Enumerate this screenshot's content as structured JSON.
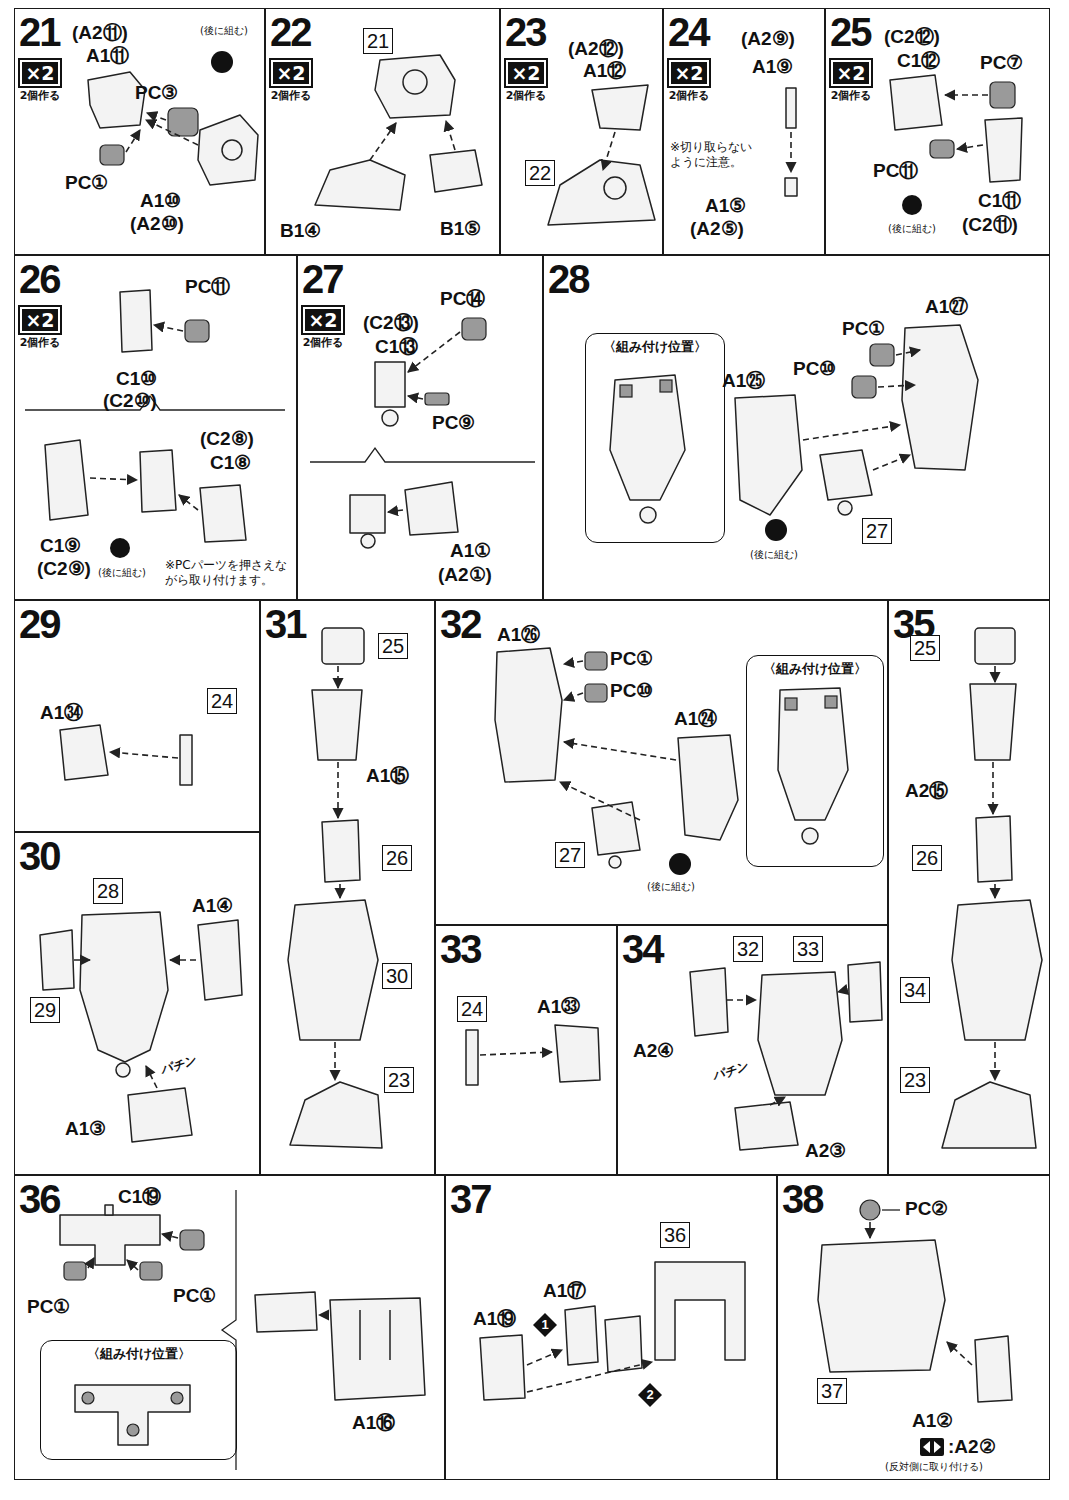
{
  "diagram": {
    "nodes": [
      {
        "text": [
          "21"
        ]
      },
      {
        "text": [
          "×2",
          "2個作る"
        ],
        "in": 0
      },
      {
        "text": [
          "22"
        ]
      },
      {
        "text": [
          "×2",
          "2個作る"
        ],
        "in": 2
      },
      {
        "text": [
          "21"
        ],
        "in": 2
      },
      {
        "text": [
          "23"
        ]
      },
      {
        "text": [
          "×2",
          "2個作る"
        ],
        "in": 5
      },
      {
        "text": [
          "22"
        ],
        "in": 5
      },
      {
        "text": [
          "24"
        ]
      },
      {
        "text": [
          "×2",
          "2個作る"
        ],
        "in": 8
      },
      {
        "text": [
          "25"
        ]
      },
      {
        "text": [
          "×2",
          "2個作る"
        ],
        "in": 10
      },
      {
        "text": [
          "26"
        ]
      },
      {
        "text": [
          "×2",
          "2個作る"
        ],
        "in": 12
      },
      {
        "text": [
          "27"
        ]
      },
      {
        "text": [
          "×2",
          "2個作る"
        ],
        "in": 14
      },
      {
        "text": [
          "28"
        ]
      },
      {
        "text": [
          "〈組み付け位置〉"
        ],
        "in": 16
      },
      {
        "text": [
          "27"
        ],
        "in": 16
      },
      {
        "text": [
          "29"
        ]
      },
      {
        "text": [
          "24"
        ],
        "in": 19
      },
      {
        "text": [
          "30"
        ]
      },
      {
        "text": [
          "28"
        ],
        "in": 21
      },
      {
        "text": [
          "29"
        ],
        "in": 21
      },
      {
        "text": [
          "31"
        ]
      },
      {
        "text": [
          "25"
        ],
        "in": 24
      },
      {
        "text": [
          "26"
        ],
        "in": 24
      },
      {
        "text": [
          "30"
        ],
        "in": 24
      },
      {
        "text": [
          "23"
        ],
        "in": 24
      },
      {
        "text": [
          "32"
        ]
      },
      {
        "text": [
          "27"
        ],
        "in": 29
      },
      {
        "text": [
          "〈組み付け位置〉"
        ],
        "in": 29
      },
      {
        "text": [
          "33"
        ]
      },
      {
        "text": [
          "24"
        ],
        "in": 32
      },
      {
        "text": [
          "34"
        ]
      },
      {
        "text": [
          "32"
        ],
        "in": 34
      },
      {
        "text": [
          "33"
        ],
        "in": 34
      },
      {
        "text": [
          "35"
        ]
      },
      {
        "text": [
          "25"
        ],
        "in": 37
      },
      {
        "text": [
          "26"
        ],
        "in": 37
      },
      {
        "text": [
          "34"
        ],
        "in": 37
      },
      {
        "text": [
          "23"
        ],
        "in": 37
      },
      {
        "text": [
          "36"
        ]
      },
      {
        "text": [
          "〈組み付け位置〉"
        ],
        "in": 42
      },
      {
        "text": [
          "37"
        ]
      },
      {
        "text": [
          "36"
        ],
        "in": 44
      },
      {
        "text": [
          "38"
        ]
      },
      {
        "text": [
          "37"
        ],
        "in": 46
      }
    ],
    "labels": [
      "(A2⑪)",
      "A1⑪",
      "(後に組む)",
      "PC③",
      "PC①",
      "A1⑩",
      "(A2⑩)",
      "B1④",
      "B1⑤",
      "(A2⑫)",
      "A1⑫",
      "(A2⑨)",
      "A1⑨",
      "※切り取らないように注意。",
      "A1⑤",
      "(A2⑤)",
      "(C2⑫)",
      "C1⑫",
      "PC⑦",
      "PC⑪",
      "C1⑪",
      "(C2⑪)",
      "(後に組む)",
      "PC⑪",
      "C1⑩",
      "(C2⑩)",
      "(C2⑧)",
      "C1⑧",
      "C1⑨",
      "(C2⑨)",
      "(後に組む)",
      "※PCパーツを押さえながら取り付けます。",
      "PC⑭",
      "(C2⑬)",
      "C1⑬",
      "PC⑨",
      "A1①",
      "(A2①)",
      "PC①",
      "A1㉗",
      "PC⑩",
      "A1㉕",
      "(後に組む)",
      "A1㉞",
      "A1④",
      "パチン",
      "A1③",
      "A1⑮",
      "A1㉖",
      "PC①",
      "PC⑩",
      "A1㉔",
      "(後に組む)",
      "A1㉝",
      "A2④",
      "パチン",
      "A2③",
      "A2⑮",
      "C1⑲",
      "PC①",
      "PC①",
      "A1⑯",
      "A1⑲",
      "1",
      "A1⑰",
      "2",
      "PC②",
      "A1②",
      ":A2②",
      "(反対側に取り付ける)"
    ]
  }
}
